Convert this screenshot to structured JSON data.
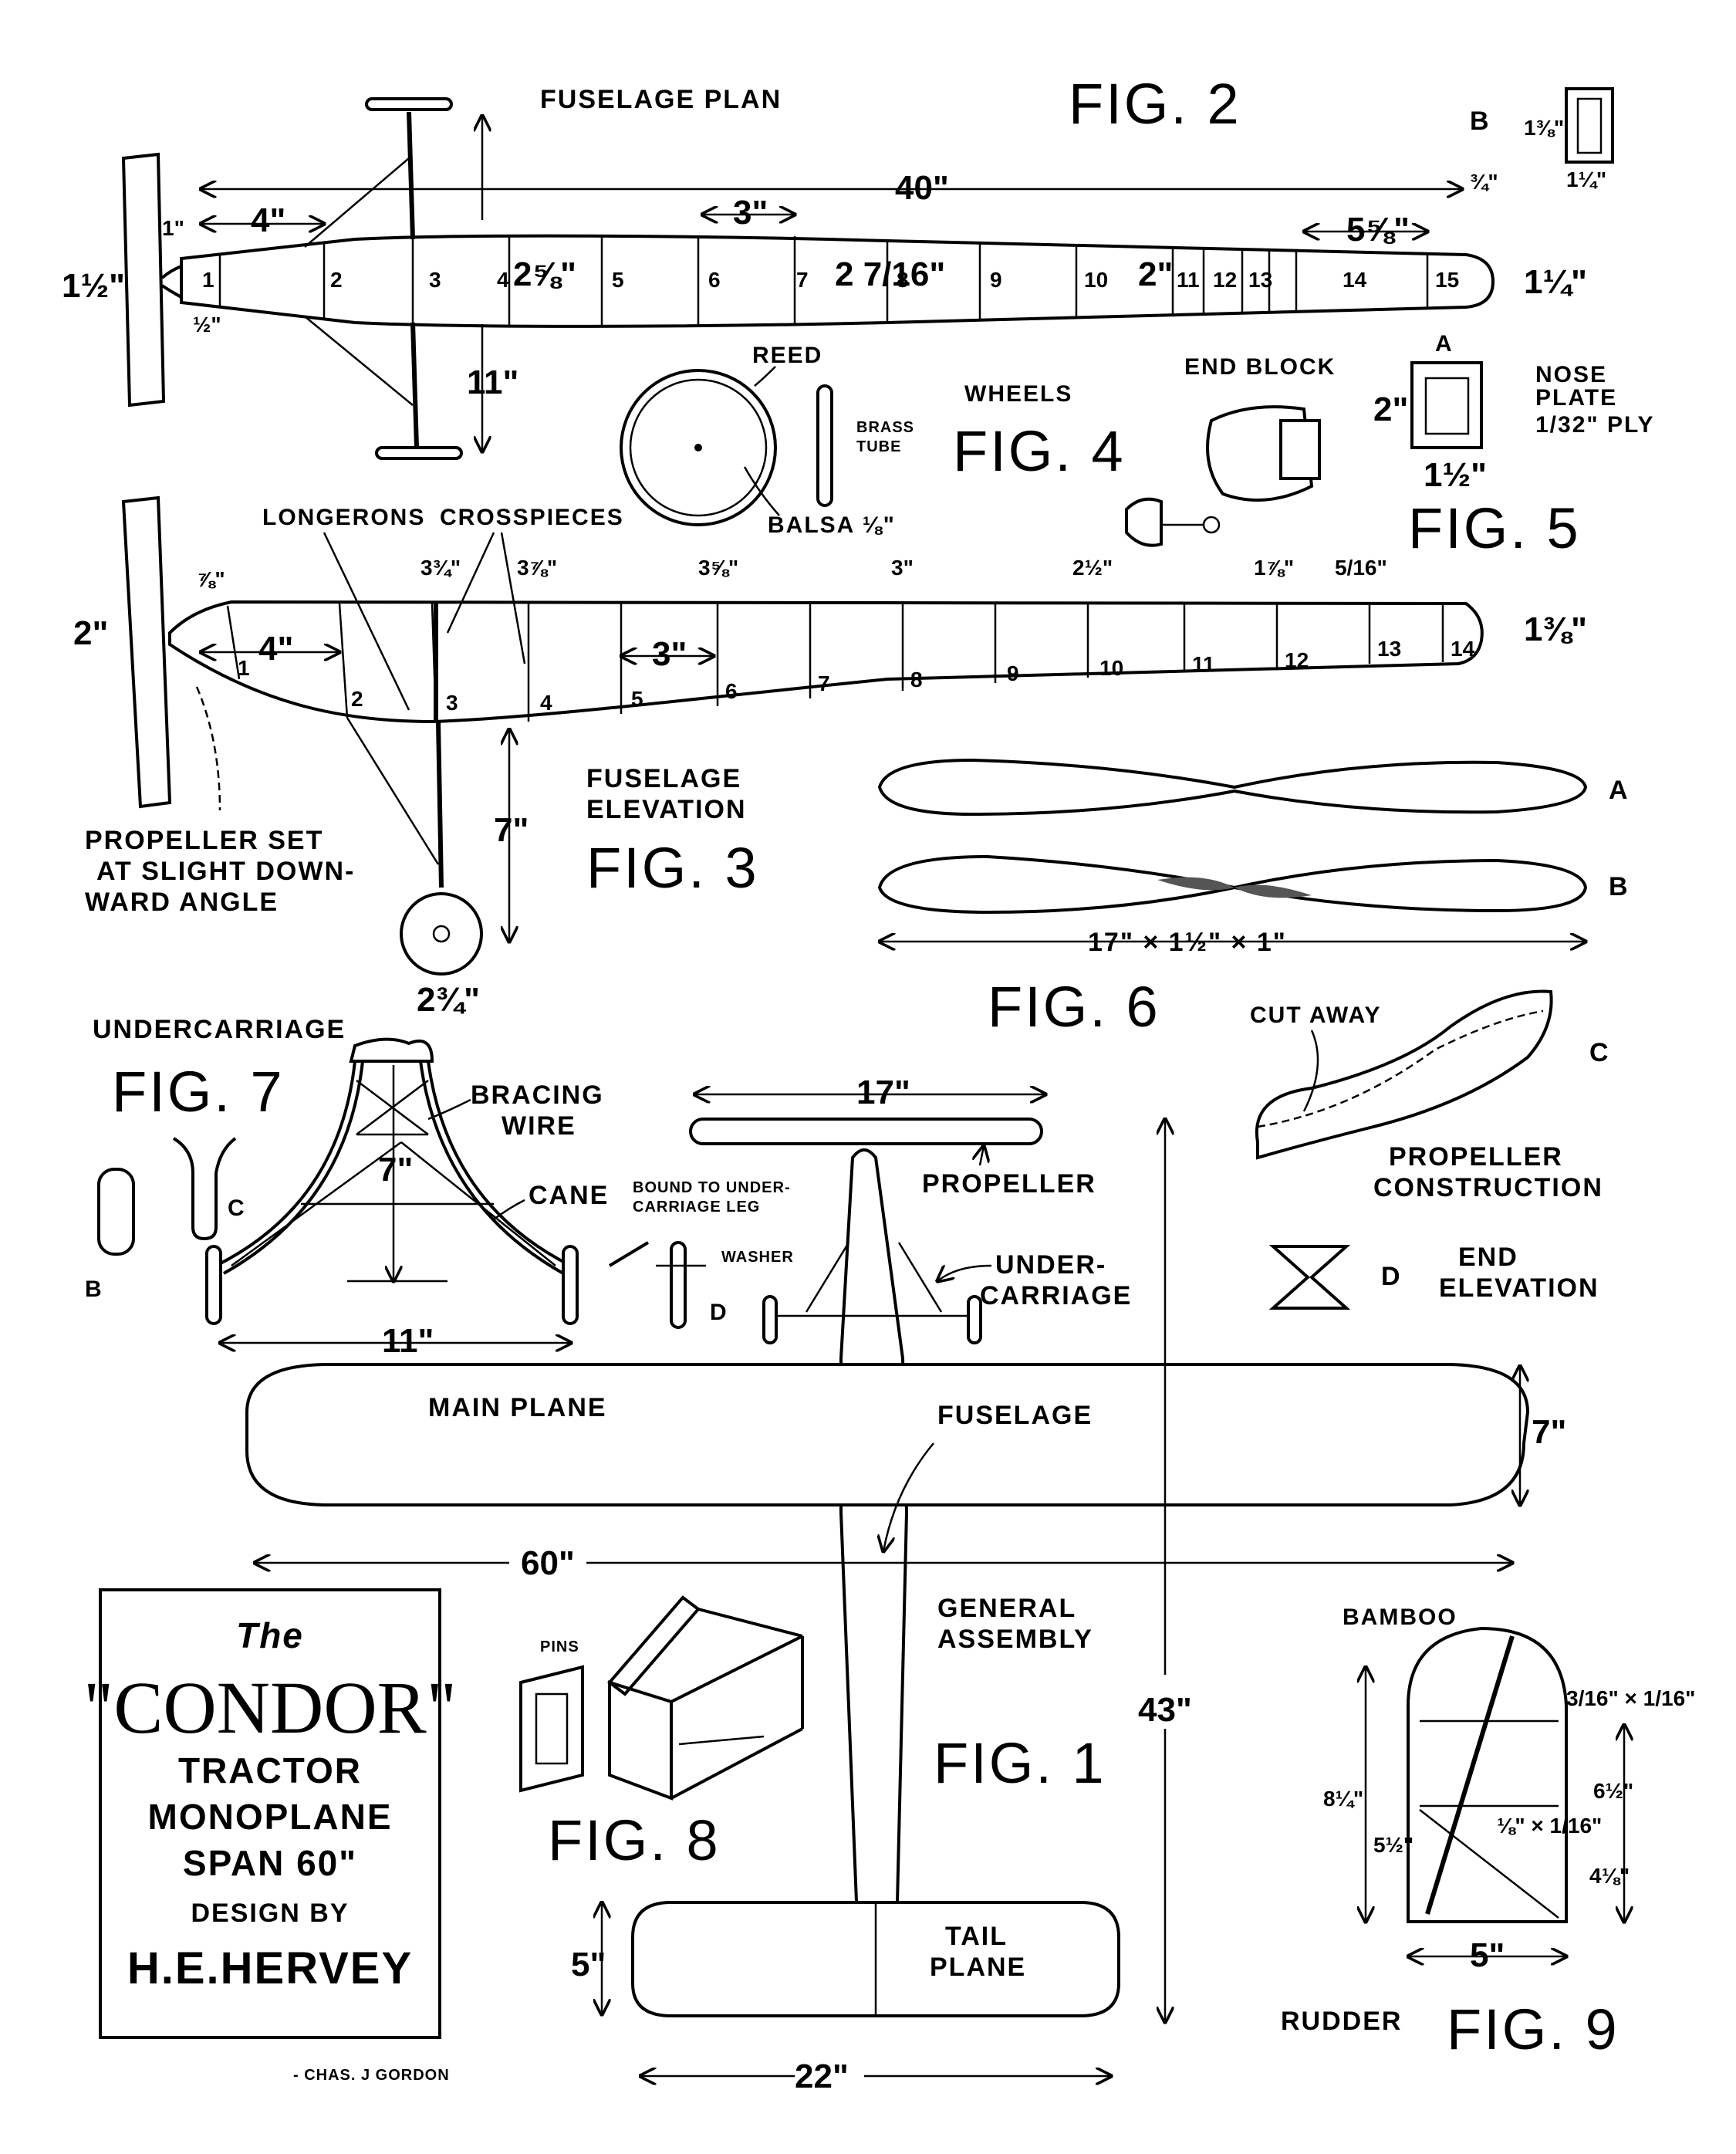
{
  "title_box": {
    "the": "The",
    "name": "\"CONDOR\"",
    "line1": "TRACTOR",
    "line2": "MONOPLANE",
    "line3": "SPAN 60\"",
    "design_by": "DESIGN BY",
    "designer": "H.E.HERVEY"
  },
  "signature": "- CHAS. J GORDON",
  "fig2": {
    "title": "FIG. 2",
    "caption": "FUSELAGE PLAN",
    "dims": {
      "length": "40\"",
      "nose_w": "1½\"",
      "tail_w": "1¼\"",
      "bay_4": "4\"",
      "bay_3": "3\"",
      "w_2_5_8": "2⅝\"",
      "w_2_7_16": "2 7/16\"",
      "w_2": "2\"",
      "tail_bay": "5⅝\"",
      "gear_h": "11\"",
      "small_1": "1\"",
      "small_half": "½\"",
      "end_3_4": "¾\""
    },
    "stations": [
      "1",
      "2",
      "3",
      "4",
      "5",
      "6",
      "7",
      "8",
      "9",
      "10",
      "11",
      "12",
      "13",
      "14",
      "15"
    ]
  },
  "fig2b": {
    "label": "B",
    "h": "1⅜\"",
    "w": "1¼\""
  },
  "fig3": {
    "title": "FIG. 3",
    "caption1": "FUSELAGE",
    "caption2": "ELEVATION",
    "longerons": "LONGERONS",
    "crosspieces": "CROSSPIECES",
    "prop_note1": "PROPELLER SET",
    "prop_note2": "AT SLIGHT DOWN-",
    "prop_note3": "WARD ANGLE",
    "dims": {
      "nose_h": "2\"",
      "tail_h": "1⅜\"",
      "bay_4": "4\"",
      "bay_3": "3\"",
      "gear_h": "7\"",
      "wheel_w": "2¾\"",
      "d_7_8": "⅞\"",
      "d_3_3_4": "3¾\"",
      "d_3_7_8": "3⅞\"",
      "d_3_5_8": "3⅝\"",
      "d_3": "3\"",
      "d_2_1_2": "2½\"",
      "d_1_7_8": "1⅞\"",
      "d_5_16": "5/16\""
    },
    "stations": [
      "1",
      "2",
      "3",
      "4",
      "5",
      "6",
      "7",
      "8",
      "9",
      "10",
      "11",
      "12",
      "13",
      "14"
    ]
  },
  "fig4": {
    "title": "FIG. 4",
    "wheels": "WHEELS",
    "reed": "REED",
    "brass1": "BRASS",
    "brass2": "TUBE",
    "balsa": "BALSA ⅛\""
  },
  "fig5": {
    "title": "FIG. 5",
    "end_block": "END BLOCK",
    "label_a": "A",
    "nose1": "NOSE",
    "nose2": "PLATE",
    "nose3": "1/32\" PLY",
    "h": "2\"",
    "w": "1½\""
  },
  "fig6": {
    "title": "FIG. 6",
    "label_a": "A",
    "label_b": "B",
    "size": "17\" × 1½\" × 1\""
  },
  "prop_construction": {
    "cut_away": "CUT AWAY",
    "label_c": "C",
    "line1": "PROPELLER",
    "line2": "CONSTRUCTION",
    "label_d": "D",
    "end1": "END",
    "end2": "ELEVATION"
  },
  "fig7": {
    "title": "FIG. 7",
    "caption": "UNDERCARRIAGE",
    "bracing1": "BRACING",
    "bracing2": "WIRE",
    "cane": "CANE",
    "height": "7\"",
    "width": "11\"",
    "label_b": "B",
    "label_c": "C",
    "label_d": "D",
    "bound1": "BOUND TO UNDER-",
    "bound2": "CARRIAGE LEG",
    "washer": "WASHER"
  },
  "fig1": {
    "title": "FIG. 1",
    "general1": "GENERAL",
    "general2": "ASSEMBLY",
    "propeller": "PROPELLER",
    "prop_span": "17\"",
    "under1": "UNDER-",
    "under2": "CARRIAGE",
    "main_plane": "MAIN PLANE",
    "fuselage": "FUSELAGE",
    "chord": "7\"",
    "span": "60\"",
    "length": "43\"",
    "tail1": "TAIL",
    "tail2": "PLANE",
    "tail_chord": "5\"",
    "tail_span": "22\""
  },
  "fig8": {
    "title": "FIG. 8",
    "pins": "PINS"
  },
  "fig9": {
    "title": "FIG. 9",
    "rudder": "RUDDER",
    "bamboo": "BAMBOO",
    "d_3_16": "3/16\" × 1/16\"",
    "d_8_1_4": "8¼\"",
    "d_5_1_2": "5½\"",
    "d_6_1_2": "6½\"",
    "d_4_1_8": "4⅛\"",
    "d_1_8": "⅛\" × 1/16\"",
    "width": "5\""
  }
}
